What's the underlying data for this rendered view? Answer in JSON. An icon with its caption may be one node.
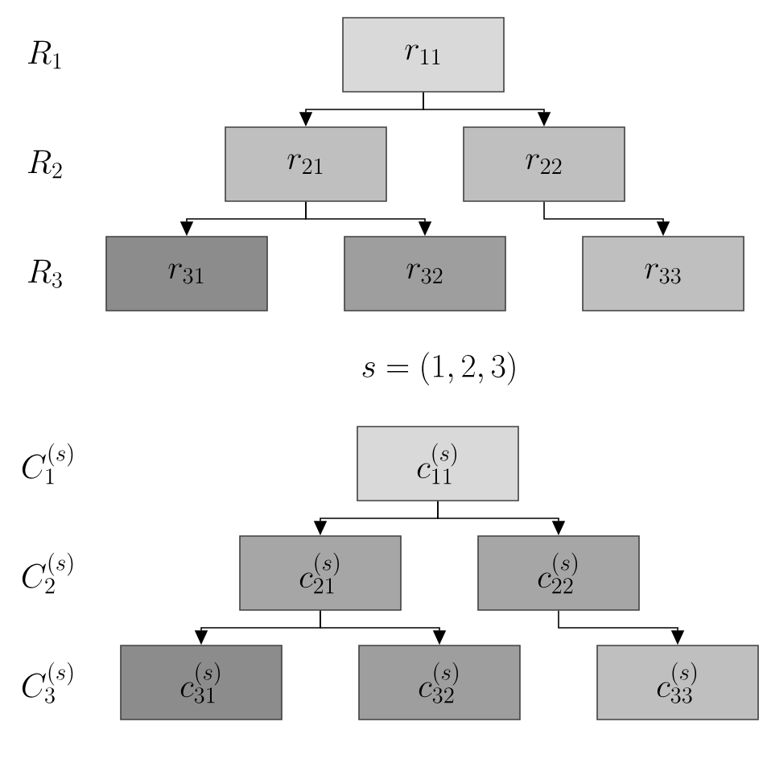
{
  "diagram": {
    "nodes": [
      {
        "text": [
          "r_{11}"
        ]
      },
      {
        "text": [
          "r_{21}"
        ]
      },
      {
        "text": [
          "r_{22}"
        ]
      },
      {
        "text": [
          "r_{31}"
        ]
      },
      {
        "text": [
          "r_{32}"
        ]
      },
      {
        "text": [
          "r_{33}"
        ]
      },
      {
        "text": [
          "c_{11}^{(s)}"
        ]
      },
      {
        "text": [
          "c_{21}^{(s)}"
        ]
      },
      {
        "text": [
          "c_{22}^{(s)}"
        ]
      },
      {
        "text": [
          "c_{31}^{(s)}"
        ]
      },
      {
        "text": [
          "c_{32}^{(s)}"
        ]
      },
      {
        "text": [
          "c_{33}^{(s)}"
        ]
      }
    ],
    "edges": [
      {
        "from": 0,
        "to": 1,
        "arrow": "to"
      },
      {
        "from": 0,
        "to": 2,
        "arrow": "to"
      },
      {
        "from": 1,
        "to": 3,
        "arrow": "to"
      },
      {
        "from": 1,
        "to": 4,
        "arrow": "to"
      },
      {
        "from": 2,
        "to": 5,
        "arrow": "to"
      },
      {
        "from": 6,
        "to": 7,
        "arrow": "to"
      },
      {
        "from": 6,
        "to": 8,
        "arrow": "to"
      },
      {
        "from": 7,
        "to": 9,
        "arrow": "to"
      },
      {
        "from": 7,
        "to": 10,
        "arrow": "to"
      },
      {
        "from": 8,
        "to": 11,
        "arrow": "to"
      }
    ],
    "labels": [
      "R_1",
      "R_2",
      "R_3",
      "s=(1,2,3)",
      "C_1^{(s)}",
      "C_2^{(s)}",
      "C_3^{(s)}"
    ]
  }
}
